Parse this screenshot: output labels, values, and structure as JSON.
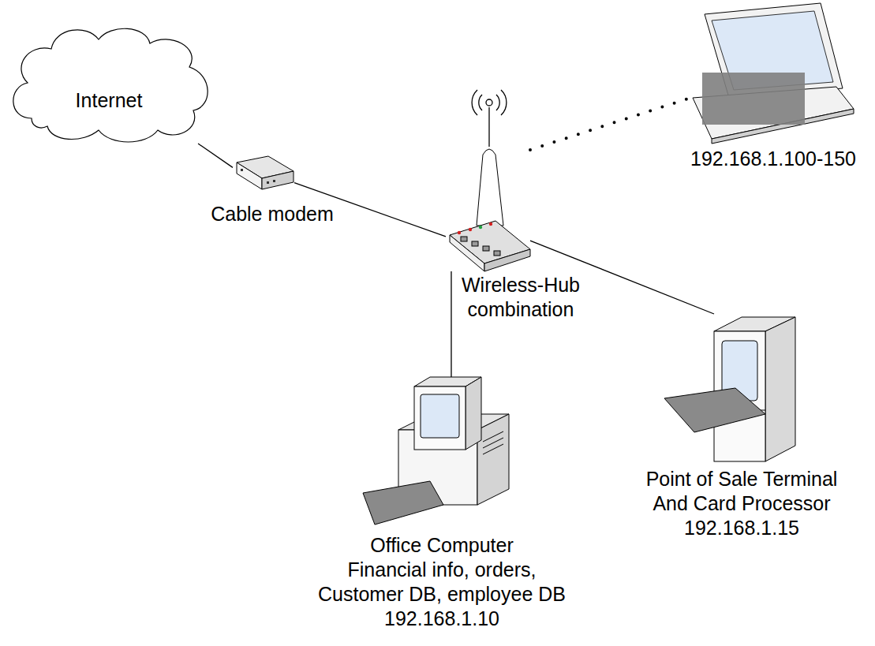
{
  "diagram": {
    "nodes": [
      {
        "text": [
          "Internet"
        ]
      },
      {
        "text": [
          "Cable modem"
        ]
      },
      {
        "text": [
          "Wireless-Hub",
          "combination"
        ]
      },
      {
        "text": [
          "192.168.1.100-150"
        ]
      },
      {
        "text": [
          "Point of Sale Terminal",
          "And Card Processor",
          "192.168.1.15"
        ]
      },
      {
        "text": [
          "Office Computer",
          "Financial info, orders,",
          "Customer DB, employee DB",
          "192.168.1.10"
        ]
      }
    ],
    "edges": [
      {
        "from": 0,
        "to": 1,
        "arrow": "none"
      },
      {
        "from": 1,
        "to": 2,
        "arrow": "none"
      },
      {
        "from": 2,
        "to": 3,
        "arrow": "none"
      },
      {
        "from": 2,
        "to": 4,
        "arrow": "none"
      },
      {
        "from": 2,
        "to": 5,
        "arrow": "none"
      }
    ]
  }
}
